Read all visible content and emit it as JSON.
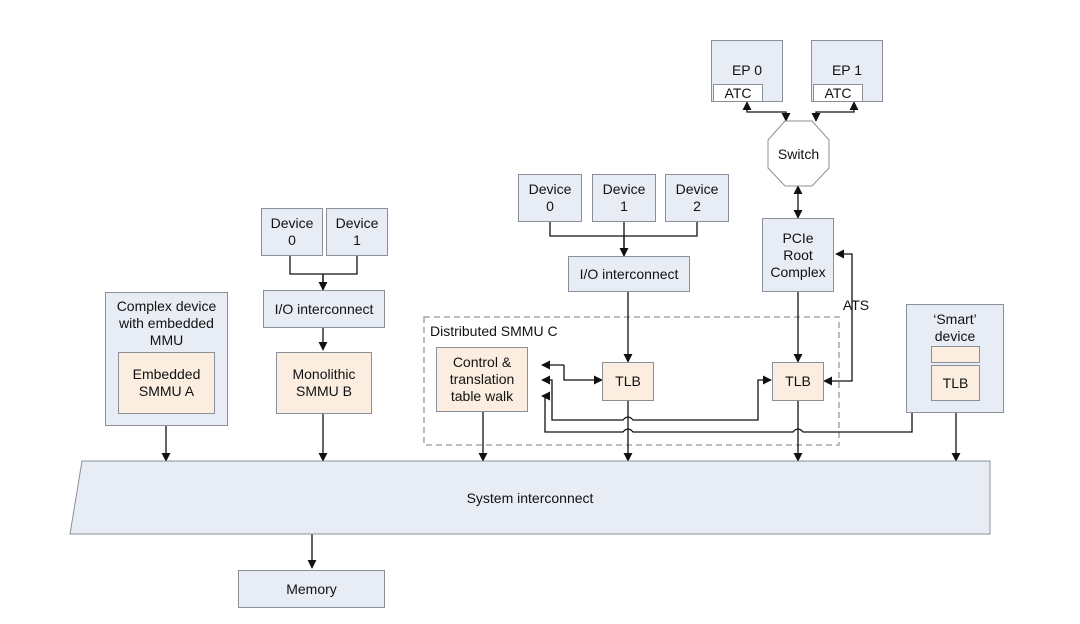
{
  "diagram": {
    "endpoints": {
      "ep0": "EP 0",
      "ep1": "EP 1",
      "atc": "ATC",
      "switch": "Switch",
      "root_complex": "PCIe\nRoot\nComplex",
      "ats": "ATS"
    },
    "devices": {
      "b_device0": "Device\n0",
      "b_device1": "Device\n1",
      "c_device0": "Device\n0",
      "c_device1": "Device\n1",
      "c_device2": "Device\n2"
    },
    "interconnects": {
      "io_b": "I/O interconnect",
      "io_c": "I/O interconnect",
      "system": "System interconnect"
    },
    "smmu": {
      "complex_device": "Complex device\nwith embedded\nMMU",
      "embedded_a": "Embedded\nSMMU A",
      "monolithic_b": "Monolithic\nSMMU B",
      "distributed_c": "Distributed SMMU C",
      "control_walk": "Control &\ntranslation\ntable walk",
      "tlb": "TLB"
    },
    "smart_device": {
      "label": "‘Smart’\ndevice",
      "tlb": "TLB"
    },
    "memory": "Memory",
    "colors": {
      "device_fill": "#e8edf5",
      "smmu_fill": "#fbeee0",
      "line": "#111111",
      "border": "#8a8f99"
    }
  }
}
